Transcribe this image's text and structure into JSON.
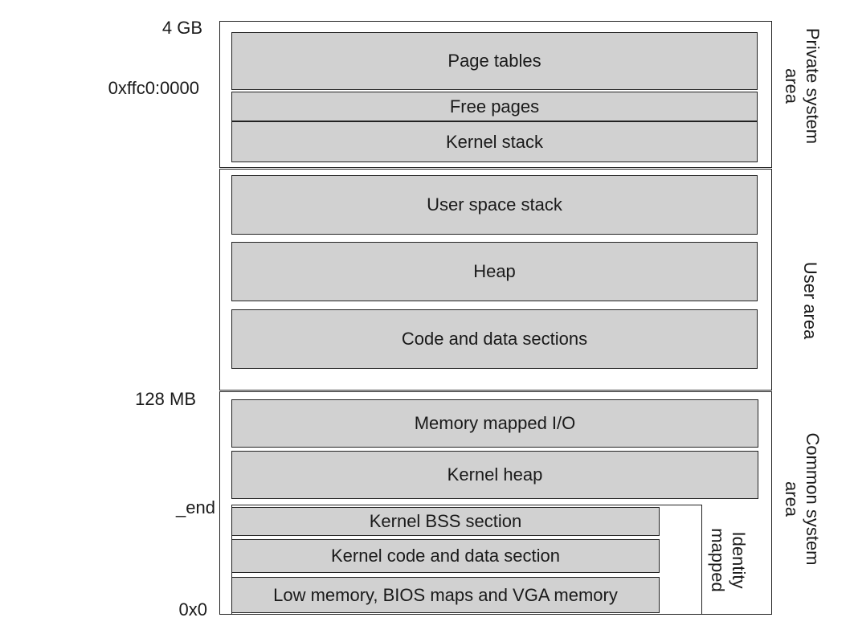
{
  "addresses": {
    "top": "4 GB",
    "private_start": "0xffc0:0000",
    "common_top": "128 MB",
    "end_symbol": "_end",
    "bottom": "0x0"
  },
  "private_area": {
    "label_line1": "Private system",
    "label_line2": "area",
    "blocks": [
      "Page tables",
      "Free pages",
      "Kernel stack"
    ]
  },
  "user_area": {
    "label": "User area",
    "blocks": [
      "User space stack",
      "Heap",
      "Code and data sections"
    ]
  },
  "common_area": {
    "label_line1": "Common system",
    "label_line2": "area",
    "blocks": [
      "Memory mapped I/O",
      "Kernel heap"
    ],
    "identity": {
      "label_line1": "Identity",
      "label_line2": "mapped",
      "blocks": [
        "Kernel BSS section",
        "Kernel code and data section",
        "Low memory, BIOS maps and VGA memory"
      ]
    }
  },
  "colors": {
    "block_fill": "#d1d1d1",
    "border": "#222222"
  }
}
